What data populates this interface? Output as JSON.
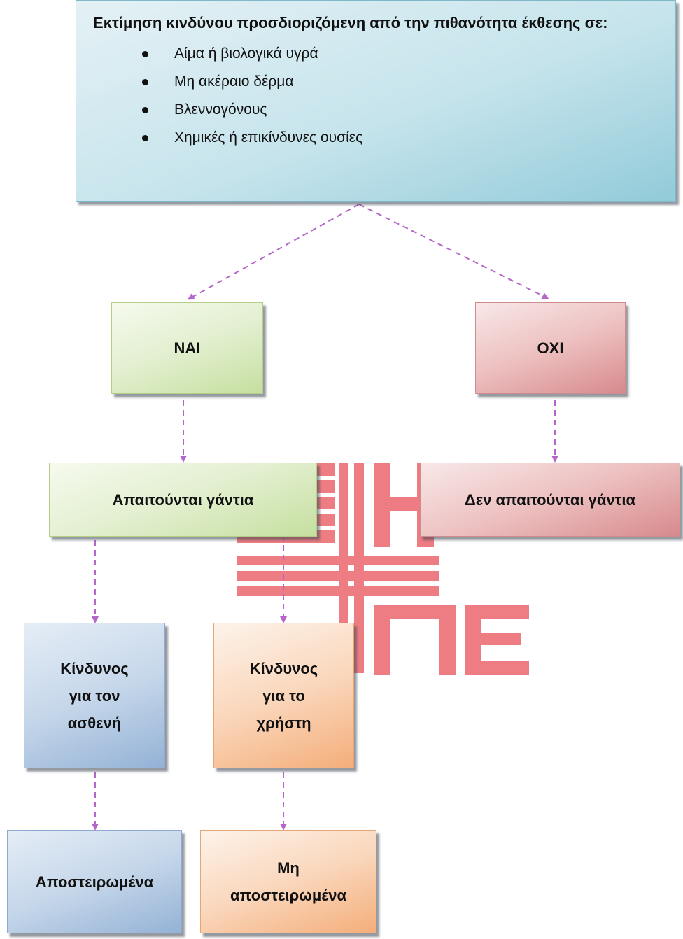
{
  "colors": {
    "connector": "#b467c8",
    "watermark": "#e0141e"
  },
  "watermark": {
    "type": "logo",
    "text": "ΔΗΠΕ"
  },
  "risk_assessment": {
    "heading": "Εκτίμηση κινδύνου προσδιοριζόμενη από την πιθανότητα έκθεσης σε:",
    "items": [
      "Αίμα ή βιολογικά υγρά",
      "Μη ακέραιο δέρμα",
      "Βλεννογόνους",
      "Χημικές ή επικίνδυνες ουσίες"
    ]
  },
  "yes": {
    "label": "ΝΑΙ",
    "outcome": "Απαιτούνται γάντια"
  },
  "no": {
    "label": "ΟΧΙ",
    "outcome": "Δεν απαιτούνται γάντια"
  },
  "patient_risk": {
    "label": "Κίνδυνος\nγια τον\nασθενή",
    "gloves": "Αποστειρωμένα"
  },
  "user_risk": {
    "label": "Κίνδυνος\nγια το\nχρήστη",
    "gloves": "Μη\nαποστειρωμένα"
  }
}
